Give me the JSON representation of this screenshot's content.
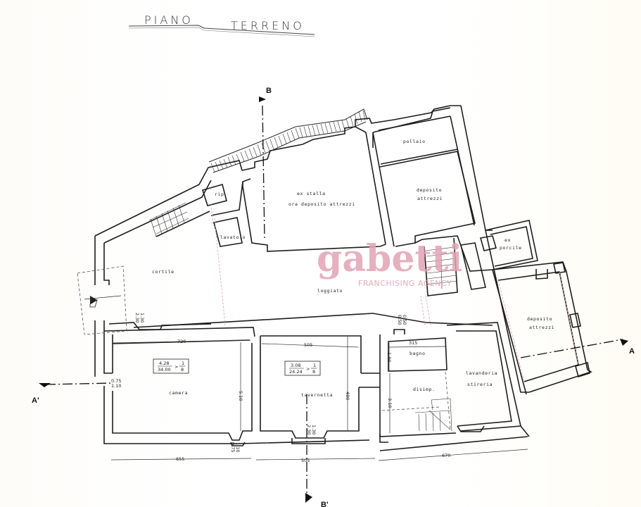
{
  "title": "PIANO TERRENO",
  "title_words": [
    "PIANO",
    "TERRENO"
  ],
  "watermark": {
    "brand": "gabetti",
    "tagline": "FRANCHISING AGENCY",
    "color": "#e2a3b4"
  },
  "rooms": [
    {
      "id": "ex-stalla",
      "lines": [
        "ex stalla",
        "ora deposito attrezzi"
      ]
    },
    {
      "id": "pollaio",
      "lines": [
        "pollaio"
      ]
    },
    {
      "id": "deposito-attrezzi-north",
      "lines": [
        "deposito",
        "attrezzi"
      ]
    },
    {
      "id": "rip",
      "lines": [
        "rip"
      ]
    },
    {
      "id": "lavatoio",
      "lines": [
        "lavatoio"
      ]
    },
    {
      "id": "cortile",
      "lines": [
        "cortile"
      ]
    },
    {
      "id": "loggiato",
      "lines": [
        "loggiato"
      ]
    },
    {
      "id": "ex-porcile",
      "lines": [
        "ex",
        "porcile"
      ]
    },
    {
      "id": "deposito-attrezzi-east",
      "lines": [
        "deposito",
        "attrezzi"
      ]
    },
    {
      "id": "camera",
      "lines": [
        "camera"
      ]
    },
    {
      "id": "tavernetta",
      "lines": [
        "tavernetta"
      ]
    },
    {
      "id": "bagno",
      "lines": [
        "bagno"
      ]
    },
    {
      "id": "disimp",
      "lines": [
        "disimp."
      ]
    },
    {
      "id": "lavanderia-stireria",
      "lines": [
        "lavanderia",
        "stireria"
      ]
    }
  ],
  "ratios": {
    "camera": {
      "numerator": "4.28",
      "denominator": "34.00",
      "op": ">",
      "frac_num": "1",
      "frac_den": "8"
    },
    "tavernetta": {
      "numerator": "3.08",
      "denominator": "24.24",
      "op": ">",
      "frac_num": "1",
      "frac_den": "8"
    }
  },
  "dimensions": {
    "camera_width": "720",
    "camera_depth": "5.10",
    "tavernetta_width": "505",
    "tavernetta_depth": "480",
    "bagno_width": "315",
    "bagno_depth": "1.80",
    "disimp_depth": "3.10",
    "window_west_top": "0.75",
    "window_west_bottom": "1.10",
    "courtyard_opening_a": "2.30",
    "courtyard_opening_b": "1.30",
    "loggiato_opening_a": "0.50",
    "loggiato_opening_b": "0.50",
    "camera_window_a": "0.75",
    "camera_window_b": "1.10",
    "tavernetta_window_a": "2.30",
    "tavernetta_window_b": "1.30",
    "overall_west": "655",
    "overall_middle": "505",
    "overall_east": "670"
  },
  "section_marks": {
    "a": "A",
    "a_prime": "A'",
    "b": "B",
    "b_prime": "B'"
  }
}
